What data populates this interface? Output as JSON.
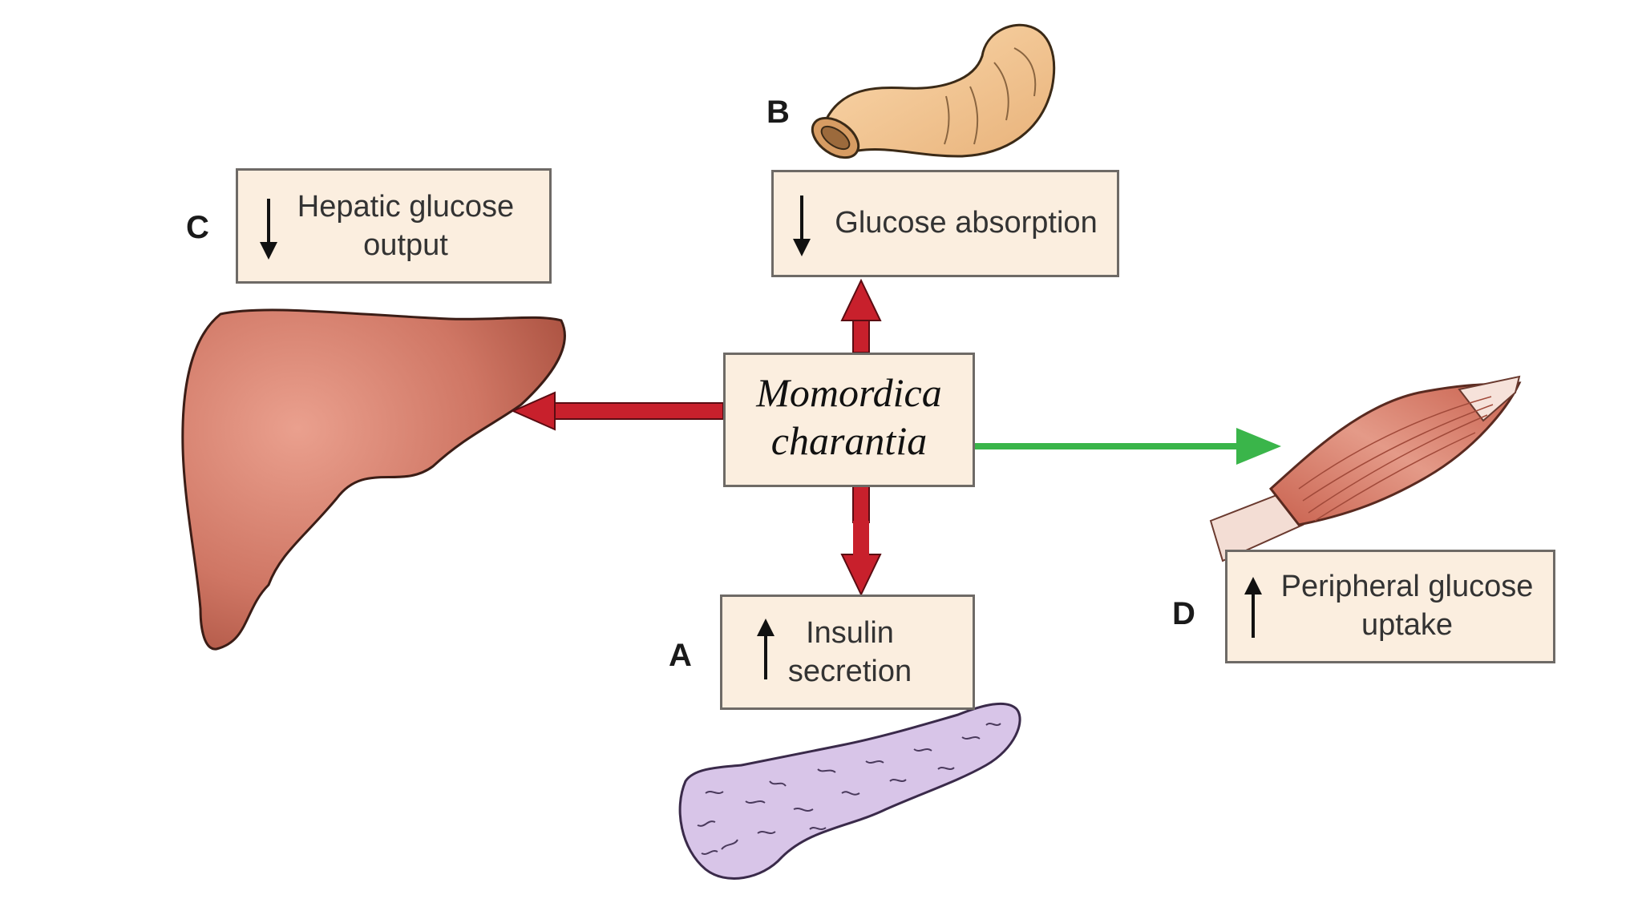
{
  "center": {
    "line1": "Momordica",
    "line2": "charantia"
  },
  "effects": {
    "a": {
      "letter": "A",
      "direction": "up",
      "line1": "Insulin",
      "line2": "secretion",
      "organ": "pancreas"
    },
    "b": {
      "letter": "B",
      "direction": "down",
      "line1": "Glucose absorption",
      "organ": "intestine"
    },
    "c": {
      "letter": "C",
      "direction": "down",
      "line1": "Hepatic glucose",
      "line2": "output",
      "organ": "liver"
    },
    "d": {
      "letter": "D",
      "direction": "up",
      "line1": "Peripheral glucose",
      "line2": "uptake",
      "organ": "muscle"
    }
  },
  "colors": {
    "inhibit_arrow": "#c8202c",
    "stimulate_arrow": "#3ab54a",
    "box_fill": "#fbeedf",
    "box_border": "#6e6a66",
    "liver": "#c9705f",
    "intestine": "#f2c28e",
    "pancreas": "#d6c3e6",
    "muscle": "#d98273"
  }
}
